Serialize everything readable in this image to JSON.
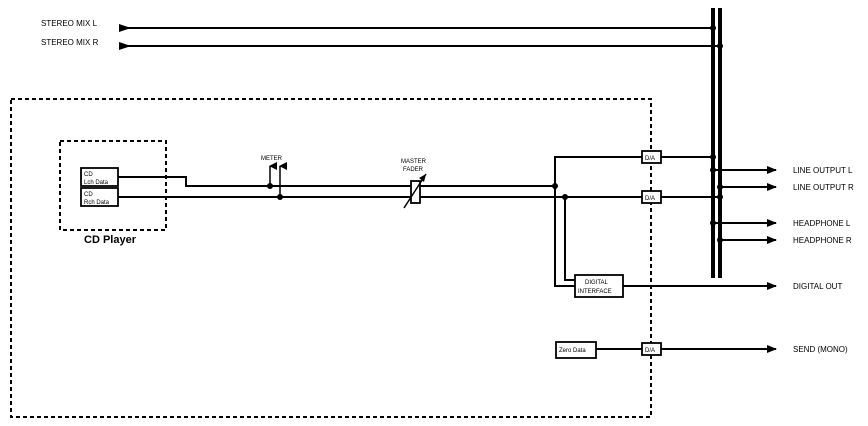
{
  "inputs": {
    "stereo_mix_l": "STEREO MIX L",
    "stereo_mix_r": "STEREO MIX R"
  },
  "cd_player": {
    "title": "CD Player",
    "lch_line1": "CD",
    "lch_line2": "Lch Data",
    "rch_line1": "CD",
    "rch_line2": "Rch Data"
  },
  "meter_label": "METER",
  "master_fader": {
    "line1": "MASTER",
    "line2": "FADER"
  },
  "converters": {
    "da_1": "D/A",
    "da_2": "D/A",
    "da_3": "D/A"
  },
  "digital_interface": {
    "line1": "DIGITAL",
    "line2": "INTERFACE"
  },
  "zero_data": "Zero Data",
  "outputs": {
    "line_output_l": "LINE OUTPUT L",
    "line_output_r": "LINE OUTPUT R",
    "headphone_l": "HEADPHONE L",
    "headphone_r": "HEADPHONE R",
    "digital_out": "DIGITAL OUT",
    "send_mono": "SEND (MONO)"
  }
}
